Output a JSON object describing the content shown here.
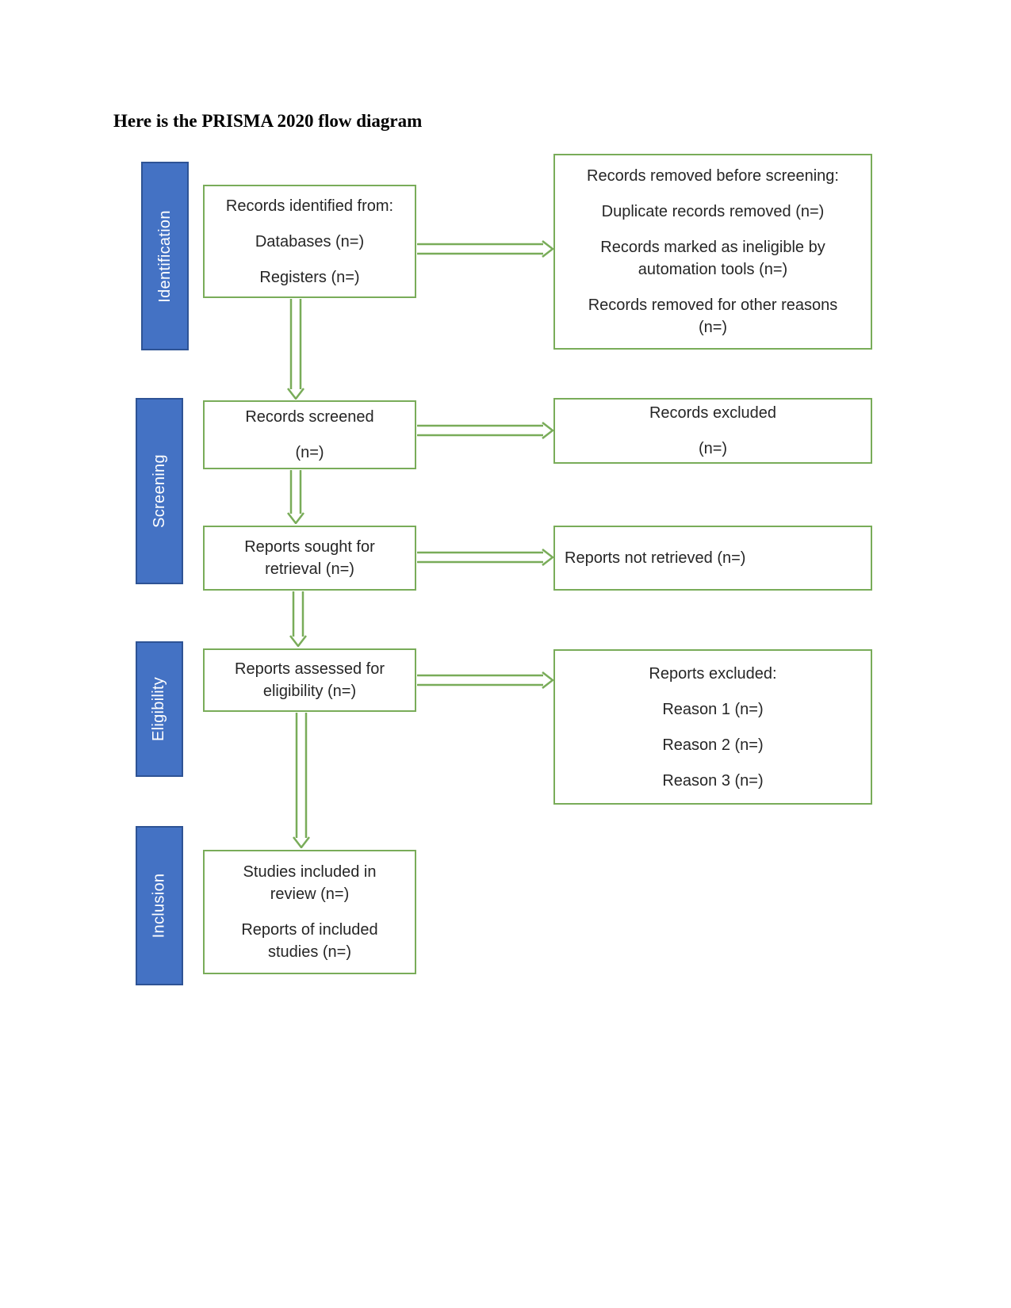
{
  "title": "Here is the PRISMA 2020 flow diagram",
  "colors": {
    "box_border_green": "#79AC59",
    "sidebar_blue": "#4472C4",
    "sidebar_border_blue": "#2e5395",
    "text": "#262626"
  },
  "sidebar": {
    "identification": "Identification",
    "screening": "Screening",
    "eligibility": "Eligibility",
    "inclusion": "Inclusion"
  },
  "boxes": {
    "records_identified": {
      "para1": "Records identified from:",
      "para2": "Databases (n=)",
      "para3": "Registers (n=)"
    },
    "records_removed": {
      "para1": "Records removed before screening:",
      "para2": "Duplicate records removed (n=)",
      "para3": "Records marked as ineligible by automation tools (n=)",
      "para4": "Records removed for other reasons (n=)"
    },
    "records_screened": {
      "para1": "Records screened",
      "para2": "(n=)"
    },
    "records_excluded": {
      "para1": "Records excluded",
      "para2": "(n=)"
    },
    "reports_sought": {
      "para1": "Reports sought for retrieval (n=)"
    },
    "reports_not_retrieved": {
      "para1": "Reports not retrieved (n=)"
    },
    "reports_assessed": {
      "para1": "Reports assessed for eligibility (n=)"
    },
    "reports_excluded": {
      "para1": "Reports excluded:",
      "para2": "Reason 1 (n=)",
      "para3": "Reason 2 (n=)",
      "para4": "Reason 3 (n=)"
    },
    "studies_included": {
      "para1": "Studies included in review (n=)",
      "para2": "Reports of included studies (n=)"
    }
  }
}
